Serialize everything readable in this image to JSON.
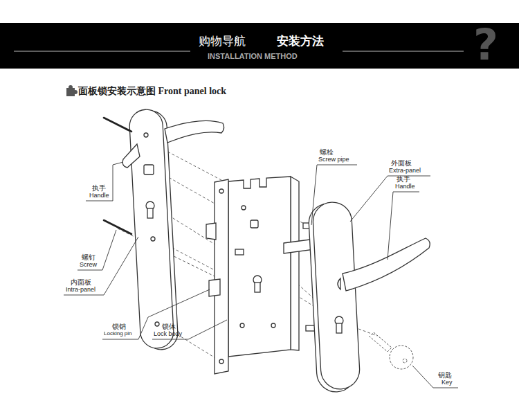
{
  "diagram": {
    "title": "面板锁安装示意图 Front panel lock",
    "nodes": [
      {
        "text": [
          "购物导航",
          "安装方法",
          "INSTALLATION METHOD"
        ]
      }
    ],
    "labels": [
      "?",
      "螺栓",
      "Screw pipe",
      "外面板",
      "Extra-panel",
      "执手",
      "Handle",
      "执手",
      "Handle",
      "螺钉",
      "Screw",
      "内面板",
      "Intra-panel",
      "锁销",
      "Locking pin",
      "锁体",
      "Lock body",
      "钥匙",
      "Key"
    ]
  }
}
